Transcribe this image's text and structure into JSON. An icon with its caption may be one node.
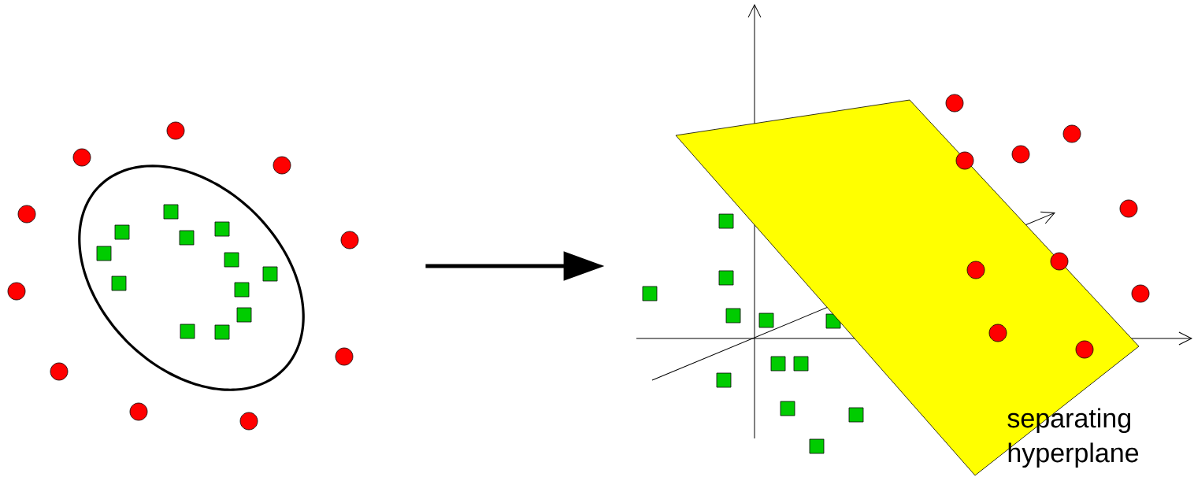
{
  "diagram": {
    "nodes": [
      {
        "text": [],
        "shape": "picture"
      },
      {
        "text": [],
        "shape": "picture"
      }
    ],
    "edges": [
      {
        "from": 0,
        "to": 1,
        "arrow": "to"
      }
    ],
    "labels": [
      "separating hyperplane"
    ]
  }
}
